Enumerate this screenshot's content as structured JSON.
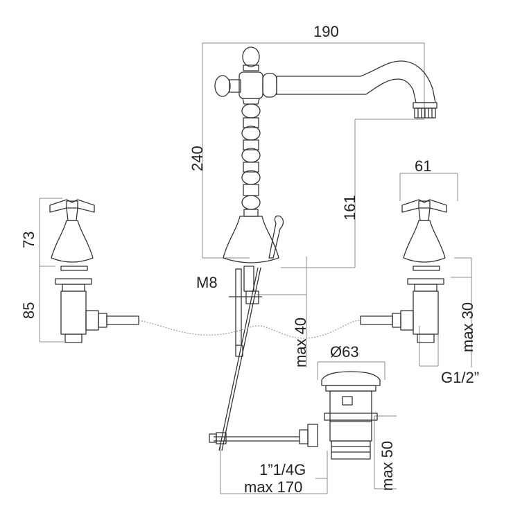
{
  "labels": {
    "width_spout": "190",
    "height_total": "240",
    "spout_height": "161",
    "side_width": "61",
    "side_top_height": "73",
    "side_body_height": "85",
    "thread_m8": "M8",
    "max_40": "max 40",
    "max_30": "max 30",
    "g_half": "G1/2”",
    "diameter_63": "Ø63",
    "max_50": "max 50",
    "thread_114": "1”1/4G",
    "max_170": "max 170"
  }
}
